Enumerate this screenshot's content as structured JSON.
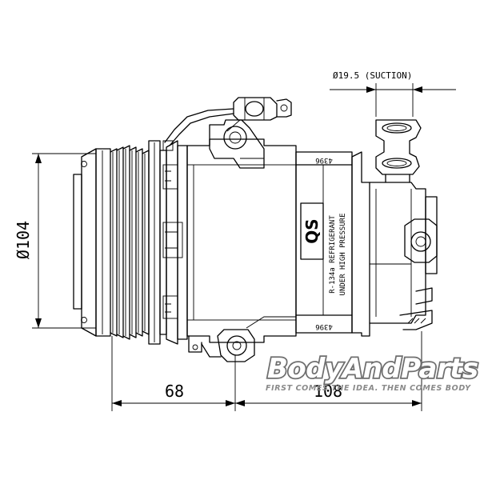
{
  "dimensions": {
    "diameter_104": "Ø104",
    "width_68": "68",
    "width_108": "108",
    "suction": "Ø19.5 (SUCTION)"
  },
  "labels": {
    "part_code_top": "4396",
    "part_code_bottom": "4396",
    "brand": "QS",
    "refrigerant_line1": "R-134a REFRIGERANT",
    "refrigerant_line2": "UNDER HIGH PRESSURE"
  },
  "watermark": {
    "title": "BodyAndParts",
    "tagline": "FIRST COMES THE IDEA. THEN COMES BODY"
  }
}
